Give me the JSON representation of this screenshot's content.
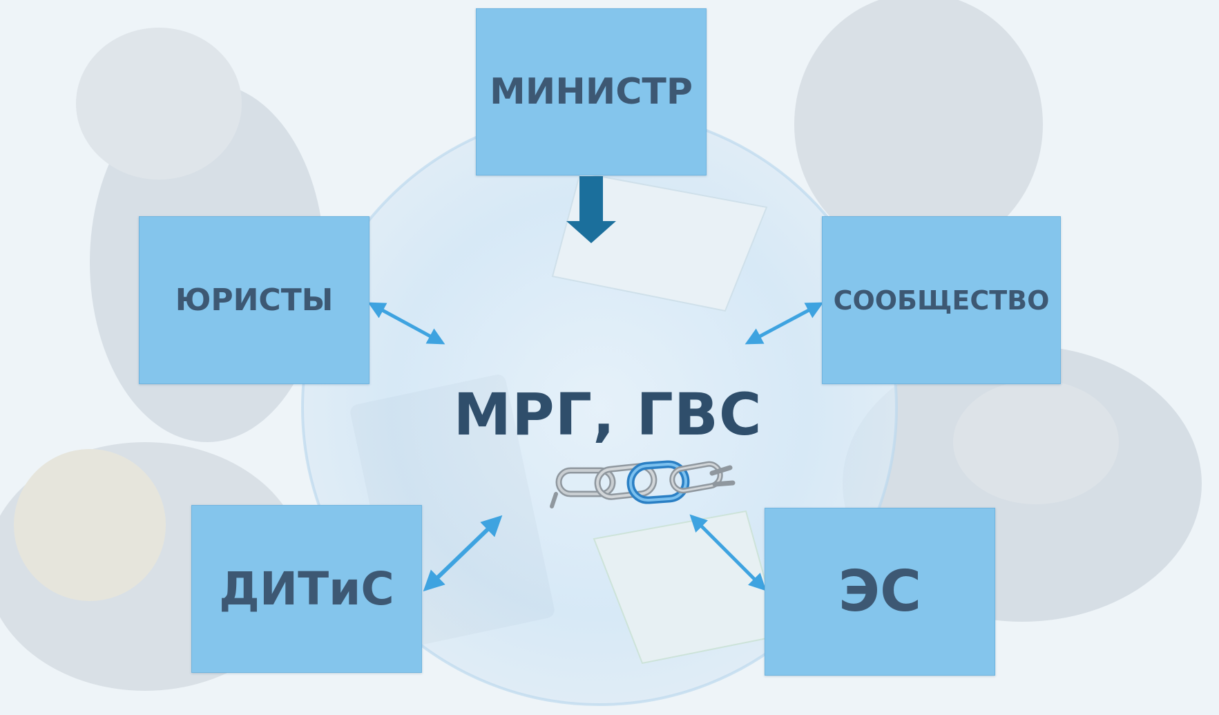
{
  "diagram": {
    "center": {
      "label": "МРГ, ГВС"
    },
    "nodes": {
      "top": "МИНИСТР",
      "upper_left": "ЮРИСТЫ",
      "upper_right": "СООБЩЕСТВО",
      "lower_left": "ДИТиС",
      "lower_right": "ЭС"
    },
    "icons": {
      "background": "business-meeting-photo",
      "center_symbol": "chain-link-icon"
    },
    "colors": {
      "box_fill": "#84c5ec",
      "box_text": "#3d5873",
      "center_text": "#2f4e6b",
      "arrow_dark": "#1b6f9c",
      "arrow_light": "#3ea3e0"
    }
  }
}
